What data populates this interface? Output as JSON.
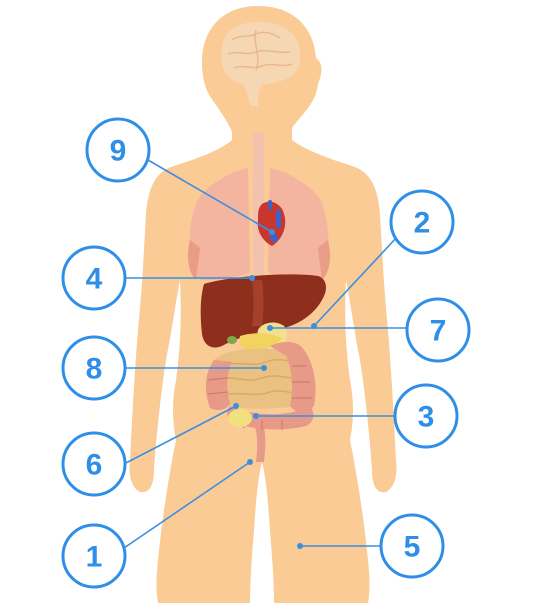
{
  "colors": {
    "skin": "#FBCB96",
    "skin_shade": "#F5BE88",
    "brain": "#F6D7B4",
    "brain_line": "#E7B98D",
    "lung": "#F3B4A0",
    "lung_edge": "#E99C86",
    "trachea": "#F3C2AE",
    "liver": "#8E2E1C",
    "liver_light": "#A5402B",
    "heart": "#C8362E",
    "heart_blue": "#3E63C8",
    "stomach": "#F3E08E",
    "pancreas": "#F2D35E",
    "gall": "#7CA94A",
    "intestine": "#E9C182",
    "intestine_line": "#D9A862",
    "colon": "#E79A87",
    "colon_line": "#D07E6B",
    "bladder": "#F1E07E",
    "callout": "#2F8FE8",
    "leader": "#3B8FE0"
  },
  "callouts": [
    {
      "id": "label-9",
      "number": "9"
    },
    {
      "id": "label-2",
      "number": "2"
    },
    {
      "id": "label-4",
      "number": "4"
    },
    {
      "id": "label-7",
      "number": "7"
    },
    {
      "id": "label-8",
      "number": "8"
    },
    {
      "id": "label-3",
      "number": "3"
    },
    {
      "id": "label-6",
      "number": "6"
    },
    {
      "id": "label-1",
      "number": "1"
    },
    {
      "id": "label-5",
      "number": "5"
    }
  ]
}
